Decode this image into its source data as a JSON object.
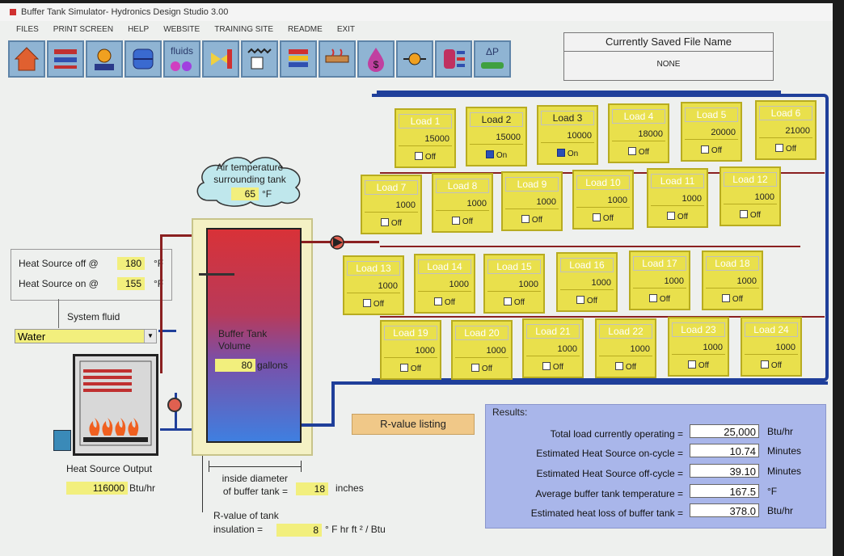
{
  "window": {
    "title": "Buffer Tank Simulator- Hydronics Design Studio 3.00"
  },
  "menu": [
    "FILES",
    "PRINT SCREEN",
    "HELP",
    "WEBSITE",
    "TRAINING SITE",
    "README",
    "EXIT"
  ],
  "toolbar": {
    "fluids_label": "fluids",
    "delta_p_label": "ΔP",
    "icons": [
      "home-icon",
      "piping-icon",
      "pump-controls-icon",
      "expansion-tank-icon",
      "fluids-icon",
      "valve-sizing-icon",
      "radiator-icon",
      "layers-icon",
      "pipe-heat-loss-icon",
      "cost-icon",
      "pump-circuit-icon",
      "tank-manifold-icon",
      "pressure-drop-icon"
    ]
  },
  "saved_file": {
    "header": "Currently Saved File Name",
    "value": "NONE"
  },
  "loads": [
    {
      "label": "Load 1",
      "value": "15000",
      "state": "Off"
    },
    {
      "label": "Load 2",
      "value": "15000",
      "state": "On"
    },
    {
      "label": "Load 3",
      "value": "10000",
      "state": "On"
    },
    {
      "label": "Load 4",
      "value": "18000",
      "state": "Off"
    },
    {
      "label": "Load 5",
      "value": "20000",
      "state": "Off"
    },
    {
      "label": "Load 6",
      "value": "21000",
      "state": "Off"
    },
    {
      "label": "Load 7",
      "value": "1000",
      "state": "Off"
    },
    {
      "label": "Load 8",
      "value": "1000",
      "state": "Off"
    },
    {
      "label": "Load 9",
      "value": "1000",
      "state": "Off"
    },
    {
      "label": "Load 10",
      "value": "1000",
      "state": "Off"
    },
    {
      "label": "Load 11",
      "value": "1000",
      "state": "Off"
    },
    {
      "label": "Load 12",
      "value": "1000",
      "state": "Off"
    },
    {
      "label": "Load 13",
      "value": "1000",
      "state": "Off"
    },
    {
      "label": "Load 14",
      "value": "1000",
      "state": "Off"
    },
    {
      "label": "Load 15",
      "value": "1000",
      "state": "Off"
    },
    {
      "label": "Load 16",
      "value": "1000",
      "state": "Off"
    },
    {
      "label": "Load 17",
      "value": "1000",
      "state": "Off"
    },
    {
      "label": "Load 18",
      "value": "1000",
      "state": "Off"
    },
    {
      "label": "Load 19",
      "value": "1000",
      "state": "Off"
    },
    {
      "label": "Load 20",
      "value": "1000",
      "state": "Off"
    },
    {
      "label": "Load 21",
      "value": "1000",
      "state": "Off"
    },
    {
      "label": "Load 22",
      "value": "1000",
      "state": "Off"
    },
    {
      "label": "Load 23",
      "value": "1000",
      "state": "Off"
    },
    {
      "label": "Load 24",
      "value": "1000",
      "state": "Off"
    }
  ],
  "air": {
    "label_line1": "Air temperature",
    "label_line2": "surrounding tank",
    "value": "65",
    "unit": "°F"
  },
  "heat_source": {
    "off_label": "Heat Source off @",
    "off_value": "180",
    "off_unit": "°F",
    "on_label": "Heat Source on @",
    "on_value": "155",
    "on_unit": "°F",
    "output_label": "Heat Source Output",
    "output_value": "116000",
    "output_unit": "Btu/hr"
  },
  "system_fluid": {
    "label": "System fluid",
    "value": "Water"
  },
  "buffer": {
    "label_line1": "Buffer Tank",
    "label_line2": "Volume",
    "value": "80",
    "unit": "gallons"
  },
  "diameter": {
    "label_line1": "inside diameter",
    "label_line2": "of buffer tank =",
    "value": "18",
    "unit": "inches"
  },
  "rvalue": {
    "label_line1": "R-value of tank",
    "label_line2": "insulation =",
    "value": "8",
    "unit": "° F hr ft ² / Btu"
  },
  "rvalue_button": "R-value listing",
  "results": {
    "title": "Results:",
    "rows": [
      {
        "label": "Total load currently operating =",
        "value": "25,000",
        "unit": "Btu/hr"
      },
      {
        "label": "Estimated Heat Source on-cycle =",
        "value": "10.74",
        "unit": "Minutes"
      },
      {
        "label": "Estimated Heat Source off-cycle =",
        "value": "39.10",
        "unit": "Minutes"
      },
      {
        "label": "Average buffer tank temperature =",
        "value": "167.5",
        "unit": "°F"
      },
      {
        "label": "Estimated heat loss of buffer tank =",
        "value": "378.0",
        "unit": "Btu/hr"
      }
    ]
  }
}
